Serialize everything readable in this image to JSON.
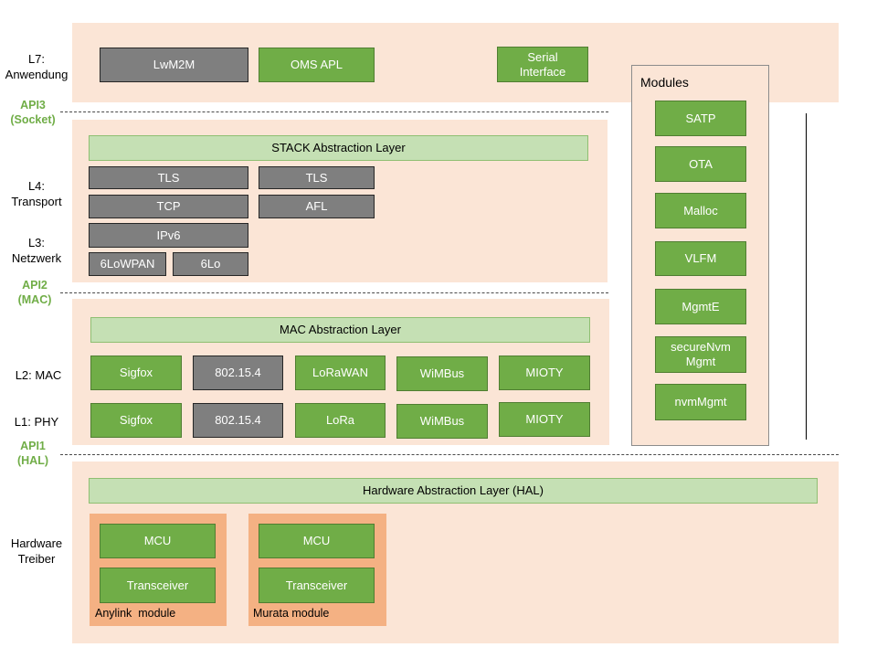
{
  "layer_labels": {
    "l7": "L7:\nAnwendung",
    "l4": "L4:\nTransport",
    "l3": "L3:\nNetzwerk",
    "l2": "L2: MAC",
    "l1": "L1: PHY",
    "hw": "Hardware\nTreiber"
  },
  "api_labels": {
    "api3": "API3\n(Socket)",
    "api2": "API2\n(MAC)",
    "api1": "API1\n(HAL)"
  },
  "application": {
    "lwm2m": "LwM2M",
    "oms_apl": "OMS APL",
    "serial_interface": "Serial\nInterface"
  },
  "stack": {
    "abstraction_layer": "STACK Abstraction Layer",
    "tls_1": "TLS",
    "tls_2": "TLS",
    "tcp": "TCP",
    "afl": "AFL",
    "ipv6": "IPv6",
    "sixlowpan": "6LoWPAN",
    "sixlo": "6Lo"
  },
  "mac": {
    "abstraction_layer": "MAC Abstraction Layer",
    "l2": [
      "Sigfox",
      "802.15.4",
      "LoRaWAN",
      "WiMBus",
      "MIOTY"
    ],
    "l1": [
      "Sigfox",
      "802.15.4",
      "LoRa",
      "WiMBus",
      "MIOTY"
    ]
  },
  "hal": {
    "abstraction_layer": "Hardware Abstraction Layer (HAL)",
    "anylink": {
      "mcu": "MCU",
      "transceiver": "Transceiver",
      "caption": "Anylink  module"
    },
    "murata": {
      "mcu": "MCU",
      "transceiver": "Transceiver",
      "caption": "Murata module"
    }
  },
  "modules": {
    "title": "Modules",
    "items": [
      "SATP",
      "OTA",
      "Malloc",
      "VLFM",
      "MgmtE",
      "secureNvm\nMgmt",
      "nvmMgmt"
    ]
  },
  "colors": {
    "band": "#fbe5d6",
    "proprietary_gray": "#7f7f7f",
    "component_green": "#70ad47",
    "abstraction_light_green": "#c5e0b4",
    "hardware_module_orange": "#f4b183",
    "api_label_green": "#70ad47"
  }
}
